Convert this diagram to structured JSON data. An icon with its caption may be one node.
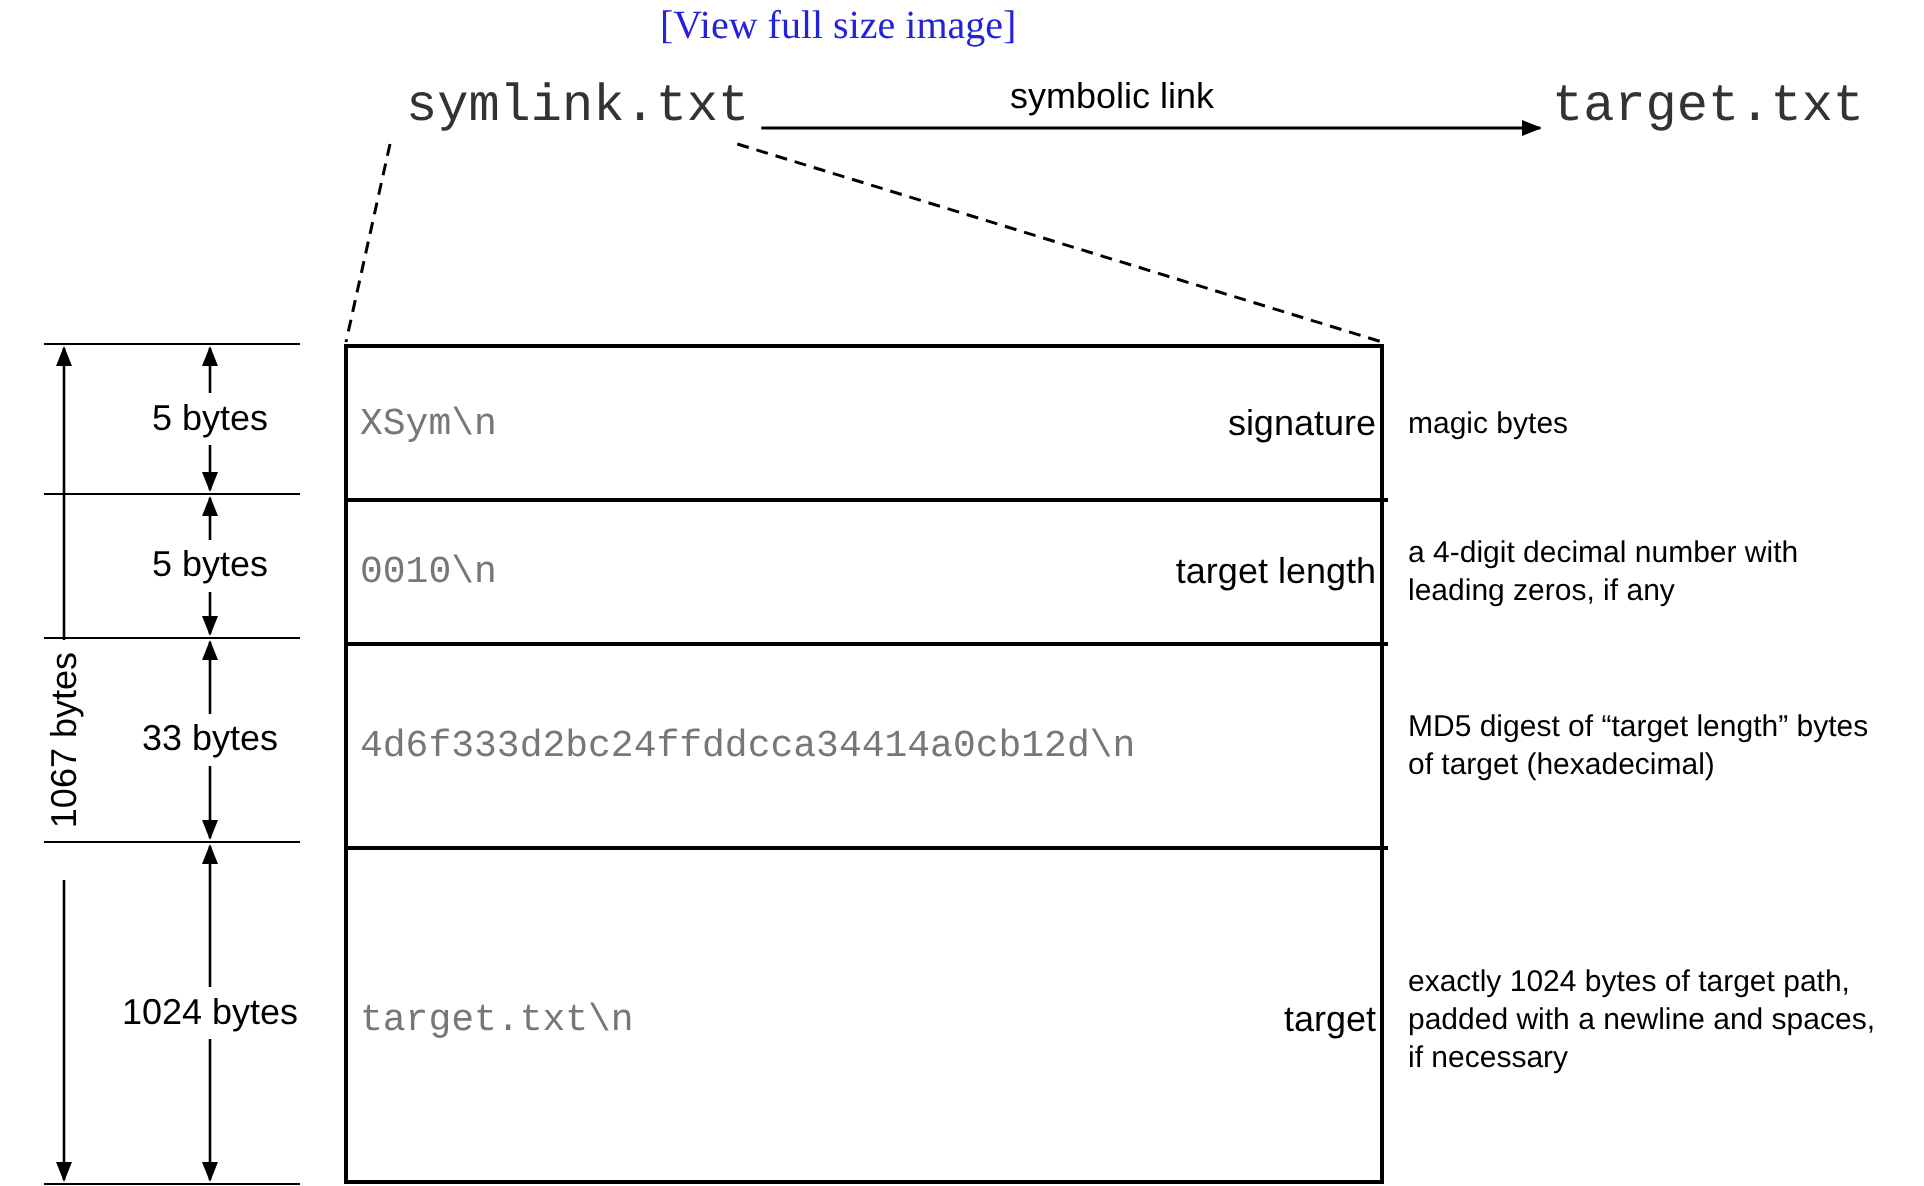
{
  "diagram": {
    "nodes": [
      {
        "text": [
          "symlink.txt"
        ]
      },
      {
        "text": [
          "target.txt"
        ]
      },
      {
        "text": [],
        "shape": "box"
      },
      {
        "text": [
          "XSym\\n",
          "signature"
        ],
        "in": 2,
        "beside": [
          "magic bytes"
        ]
      },
      {
        "text": [
          "0010\\n",
          "target length"
        ],
        "in": 2,
        "beside": [
          "a 4-digit decimal number with leading zeros, if any"
        ]
      },
      {
        "text": [
          "4d6f333d2bc24ffddcca34414a0cb12d\\n"
        ],
        "in": 2,
        "beside": [
          "MD5 digest of “target length” bytes of target (hexadecimal)"
        ]
      },
      {
        "text": [
          "target.txt\\n",
          "target"
        ],
        "in": 2,
        "beside": [
          "exactly 1024 bytes of target path, padded with a newline and spaces, if necessary"
        ]
      }
    ],
    "edges": [
      {
        "from": 0,
        "to": 1,
        "arrow": "to",
        "label": "symbolic link"
      },
      {
        "from": 0,
        "to": 2,
        "arrow": "none",
        "style": "dashed"
      },
      {
        "from": 0,
        "to": 2,
        "arrow": "none",
        "style": "dashed"
      }
    ],
    "labels": [
      "[View full size image]",
      "5 bytes",
      "5 bytes",
      "33 bytes",
      "1024 bytes",
      "1067 bytes"
    ]
  }
}
